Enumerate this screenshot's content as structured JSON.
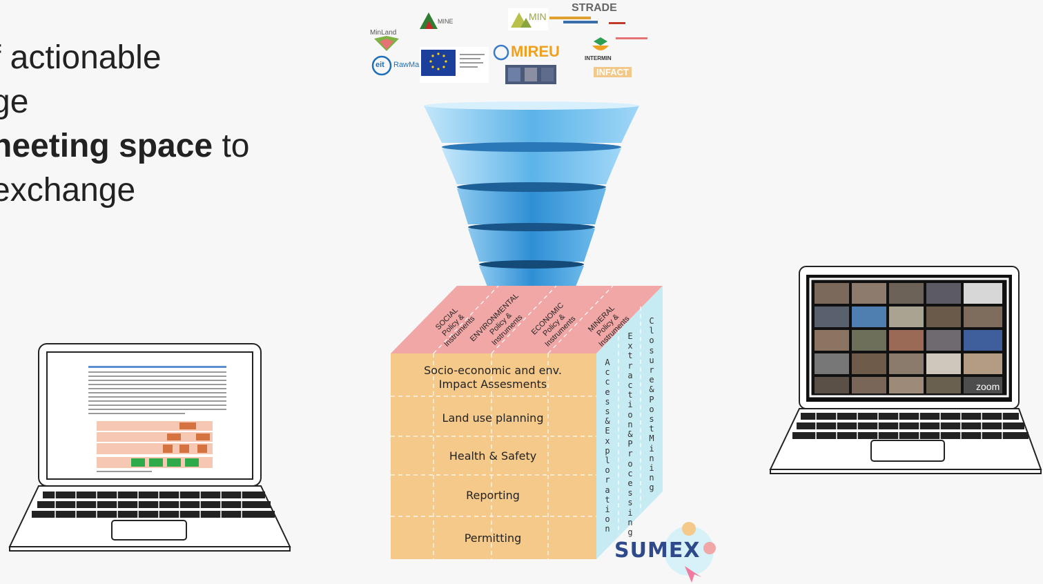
{
  "bullets": {
    "line1": "f actionable",
    "line2": "ge",
    "line3_bold": "neeting space",
    "line3_rest": " to",
    "line4": "exchange"
  },
  "logos": {
    "minland": "MinLand",
    "strade": "STRADE",
    "mineral": "MINE",
    "min_guide": "MIN",
    "mireu": "MIREU",
    "intermin": "INTERMIN",
    "infact": "INFACT",
    "rawmat": "RawMa",
    "eit": "eit"
  },
  "cube": {
    "top_labels": [
      {
        "title": "SOCIAL",
        "sub": "Policy & Instruments"
      },
      {
        "title": "ENVIRONMENTAL",
        "sub": "Policy & Instruments"
      },
      {
        "title": "ECONOMIC",
        "sub": "Policy & Instruments"
      },
      {
        "title": "MINERAL",
        "sub": "Policy & Instruments"
      }
    ],
    "front_rows": [
      {
        "line1": "Socio-economic and env.",
        "line2": "Impact Assesments"
      },
      {
        "line1": "Land use planning",
        "line2": ""
      },
      {
        "line1": "Health & Safety",
        "line2": ""
      },
      {
        "line1": "Reporting",
        "line2": ""
      },
      {
        "line1": "Permitting",
        "line2": ""
      }
    ],
    "side_columns": [
      "Access & Exploration",
      "Extraction & Processing",
      "Closure & Post Mining"
    ]
  },
  "brand": {
    "name": "SUMEX",
    "zoom": "zoom"
  },
  "colors": {
    "cube_front": "#f4c98a",
    "cube_top": "#f2a7a7",
    "cube_side": "#c6ebf3",
    "funnel": "#3d9ad8"
  }
}
